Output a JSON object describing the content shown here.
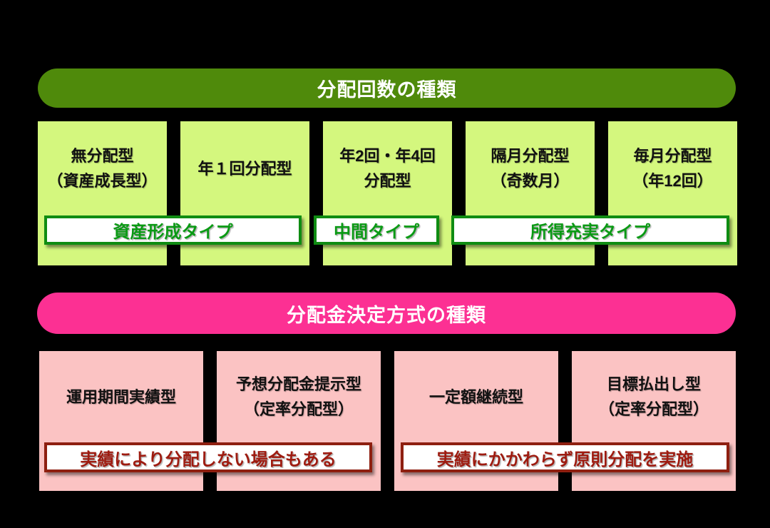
{
  "distribution_frequency": {
    "header": "分配回数の種類",
    "boxes": [
      {
        "text": "無分配型\n（資産成長型）"
      },
      {
        "text": "年１回分配型"
      },
      {
        "text": "年2回・年4回\n分配型"
      },
      {
        "text": "隔月分配型\n（奇数月）"
      },
      {
        "text": "毎月分配型\n（年12回）"
      }
    ],
    "type_labels": [
      {
        "text": "資産形成タイプ"
      },
      {
        "text": "中間タイプ"
      },
      {
        "text": "所得充実タイプ"
      }
    ]
  },
  "distribution_method": {
    "header": "分配金決定方式の種類",
    "boxes": [
      {
        "text": "運用期間実績型"
      },
      {
        "text": "予想分配金提示型\n（定率分配型）"
      },
      {
        "text": "一定額継続型"
      },
      {
        "text": "目標払出し型\n（定率分配型）"
      }
    ],
    "note_labels": [
      {
        "text": "実績により分配しない場合もある"
      },
      {
        "text": "実績にかかわらず原則分配を実施"
      }
    ]
  },
  "colors": {
    "background": "#000000",
    "green_header_bg": "#4f8a0b",
    "green_box_bg": "#d4f77e",
    "green_label_border": "#0f8c12",
    "green_label_text": "#0a9a14",
    "pink_header_bg": "#fc3093",
    "pink_box_bg": "#fbc3c3",
    "red_label_border": "#8e1f10",
    "red_label_text": "#9e1b10",
    "header_text": "#ffffff",
    "box_text": "#111111"
  }
}
